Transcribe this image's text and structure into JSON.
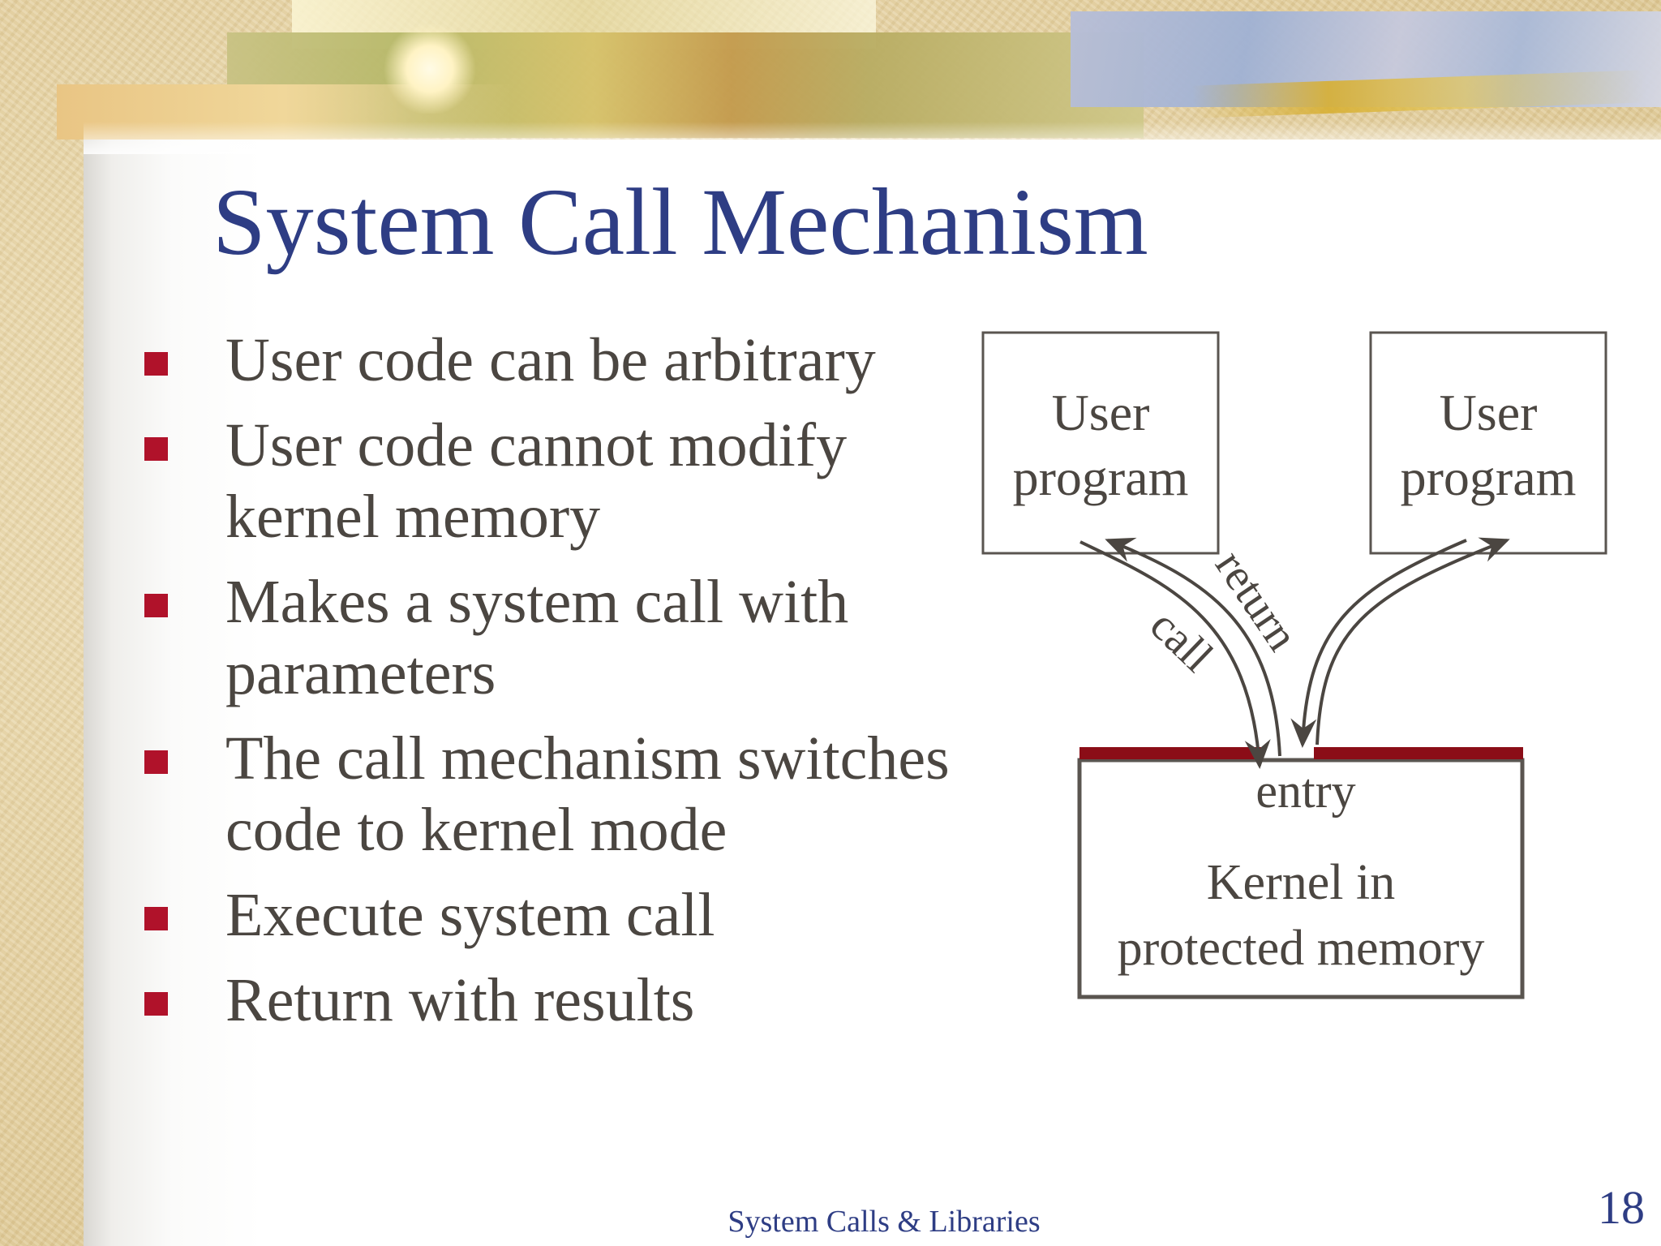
{
  "slide": {
    "title": "System Call Mechanism",
    "bullets": [
      "User code can be arbitrary",
      "User code cannot modify kernel memory",
      "Makes a system call with parameters",
      "The call mechanism switches code to kernel mode",
      "Execute system call",
      "Return with results"
    ],
    "footer": "System Calls & Libraries",
    "page_number": "18"
  },
  "diagram": {
    "user_box_left": {
      "line1": "User",
      "line2": "program"
    },
    "user_box_right": {
      "line1": "User",
      "line2": "program"
    },
    "label_call": "call",
    "label_return": "return",
    "label_entry": "entry",
    "kernel_box": {
      "line1": "Kernel in",
      "line2": "protected memory"
    }
  },
  "colors": {
    "title": "#2e3d84",
    "body_text": "#4b4641",
    "bullet": "#b0122a",
    "kernel_bar": "#8b0d17"
  }
}
